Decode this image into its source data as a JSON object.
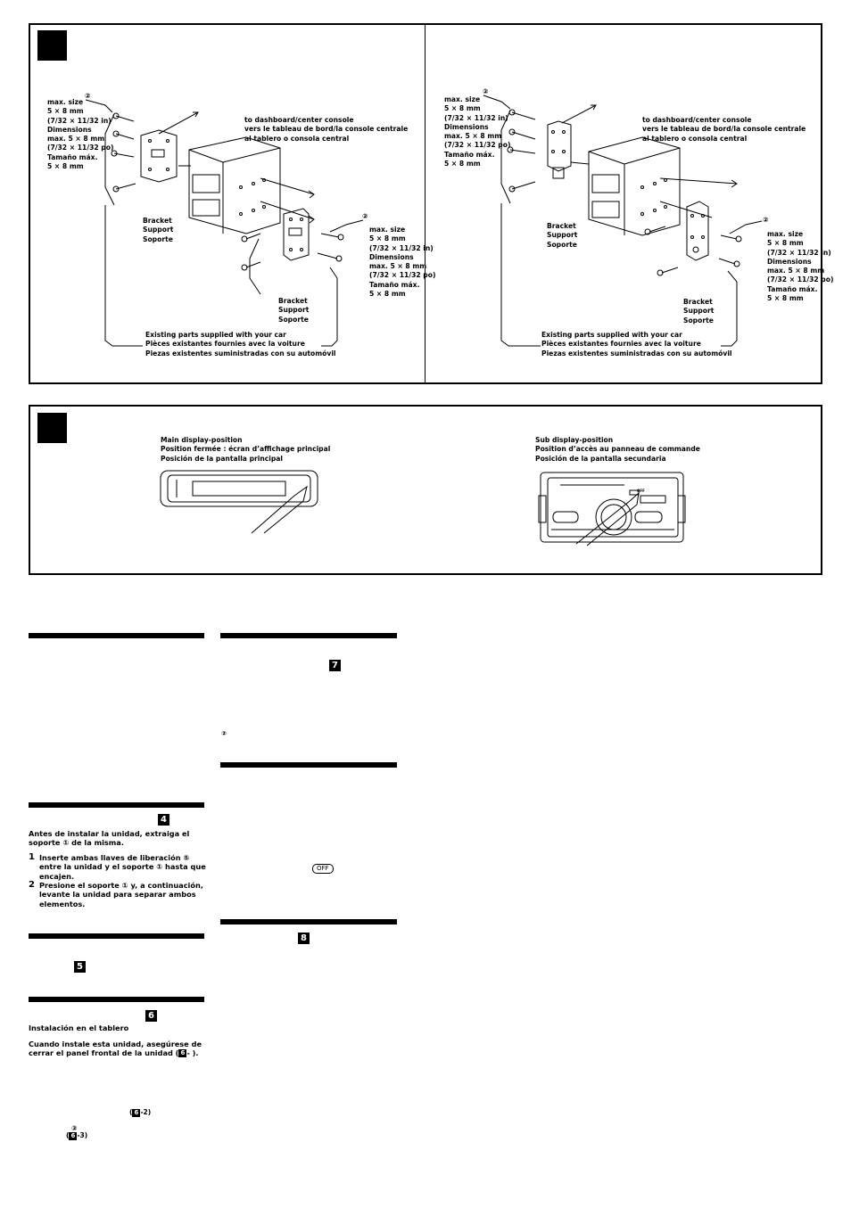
{
  "fig_top": {
    "left": {
      "size_label": [
        "max. size",
        "5 × 8 mm",
        "(7/32 × 11/32 in)",
        "Dimensions",
        "max. 5 × 8 mm",
        "(7/32 × 11/32 po)",
        "Tamaño máx.",
        "5 × 8 mm"
      ],
      "size_label_2": [
        "max. size",
        "5 × 8 mm",
        "(7/32 × 11/32 in)",
        "Dimensions",
        "max. 5 × 8 mm",
        "(7/32 × 11/32 po)",
        "Tamaño máx.",
        "5 × 8 mm"
      ],
      "to_dashboard": [
        "to dashboard/center console",
        "vers le tableau de bord/la console centrale",
        "al tablero o consola central"
      ],
      "bracket_1": [
        "Bracket",
        "Support",
        "Soporte"
      ],
      "bracket_2": [
        "Bracket",
        "Support",
        "Soporte"
      ],
      "existing": [
        "Existing parts supplied with your car",
        "Pièces existantes fournies avec la voiture",
        "Piezas existentes suministradas con su automóvil"
      ],
      "marker": "②"
    },
    "right": {
      "size_label": [
        "max. size",
        "5 × 8 mm",
        "(7/32 × 11/32 in)",
        "Dimensions",
        "max. 5 × 8 mm",
        "(7/32 × 11/32 po)",
        "Tamaño máx.",
        "5 × 8 mm"
      ],
      "size_label_2": [
        "max. size",
        "5 × 8 mm",
        "(7/32 × 11/32 in)",
        "Dimensions",
        "max. 5 × 8 mm",
        "(7/32 × 11/32 po)",
        "Tamaño máx.",
        "5 × 8 mm"
      ],
      "to_dashboard": [
        "to dashboard/center console",
        "vers le tableau de bord/la console centrale",
        "al tablero o consola central"
      ],
      "bracket_1": [
        "Bracket",
        "Support",
        "Soporte"
      ],
      "bracket_2": [
        "Bracket",
        "Support",
        "Soporte"
      ],
      "existing": [
        "Existing parts supplied with your car",
        "Pièces existantes fournies avec la voiture",
        "Piezas existentes suministradas con su automóvil"
      ],
      "marker": "②"
    }
  },
  "fig_mid": {
    "main_pos": [
      "Main display-position",
      "Position fermée : écran d’affichage principal",
      "Posición de la pantalla principal"
    ],
    "sub_pos": [
      "Sub display-position",
      "Position d’accès au panneau de commande",
      "Posición de la pantalla secundaria"
    ],
    "panel_btn": "OFF"
  },
  "col1": {
    "box4": "4",
    "intro": "Antes de instalar la unidad, extraiga el soporte ① de la misma.",
    "steps": [
      {
        "n": "1",
        "text": "Inserte ambas llaves de liberación ⑤ entre la unidad y el soporte ① hasta que encajen."
      },
      {
        "n": "2",
        "text": "Presione el soporte ① y, a continuación, levante la unidad para separar ambos elementos."
      }
    ],
    "box5": "5",
    "box6": "6",
    "sub_head": "Instalación en el tablero",
    "warn": "Cuando instale esta unidad, asegúrese de cerrar el panel frontal de la unidad (",
    "warn_box": "6",
    "warn_end": "- ).",
    "ref1_open": "(",
    "ref1_box": "6",
    "ref1_close": "-2)",
    "ref2_circ": "③",
    "ref2_open": "(",
    "ref2_box": "6",
    "ref2_close": "-3)"
  },
  "col2": {
    "box7": "7",
    "circ2": "②",
    "off_btn": "OFF",
    "box8": "8"
  }
}
